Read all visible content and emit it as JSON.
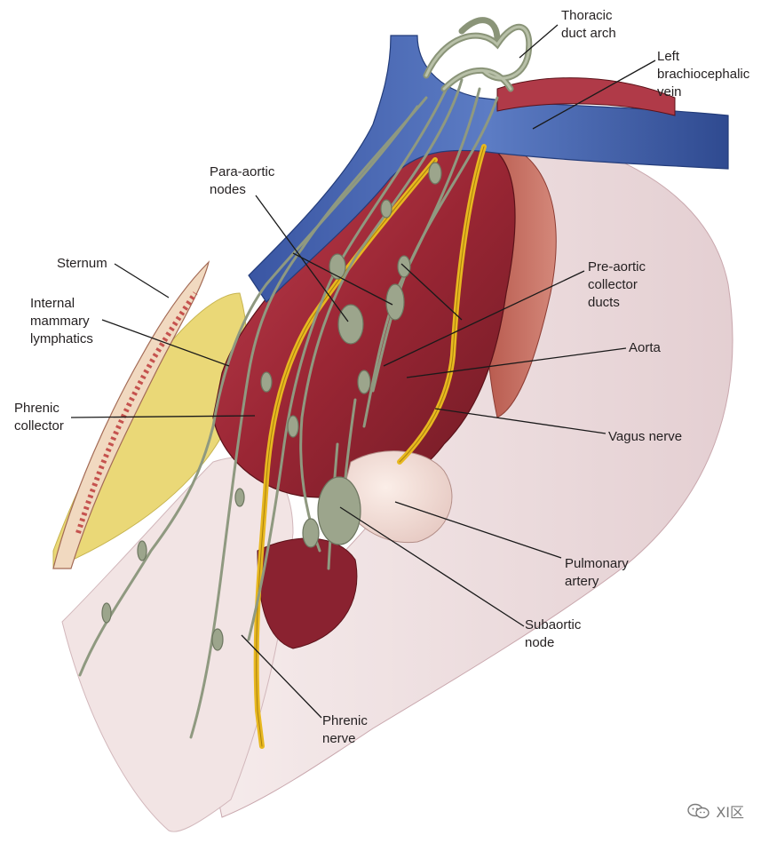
{
  "labels": {
    "thoracic_duct_arch": "Thoracic\nduct arch",
    "left_brachiocephalic_vein": "Left\nbrachiocephalic\nvein",
    "para_aortic_nodes": "Para-aortic\nnodes",
    "sternum": "Sternum",
    "internal_mammary_lymphatics": "Internal\nmammary\nlymphatics",
    "pre_aortic_collector_ducts": "Pre-aortic\ncollector\nducts",
    "aorta": "Aorta",
    "phrenic_collector": "Phrenic\ncollector",
    "vagus_nerve": "Vagus nerve",
    "pulmonary_artery": "Pulmonary\nartery",
    "subaortic_node": "Subaortic\nnode",
    "phrenic_nerve": "Phrenic\nnerve"
  },
  "watermark": {
    "text": "XI区",
    "icon": "wechat-icon"
  },
  "colors": {
    "vein_blue": "#3f5fa8",
    "aorta_red": "#9e2a36",
    "nerve_yellow": "#e8b820",
    "lymph_green": "#9ca58c",
    "fat_yellow": "#ead877",
    "pleura_pink": "#eddada",
    "leader_line": "#1a1a1a"
  }
}
